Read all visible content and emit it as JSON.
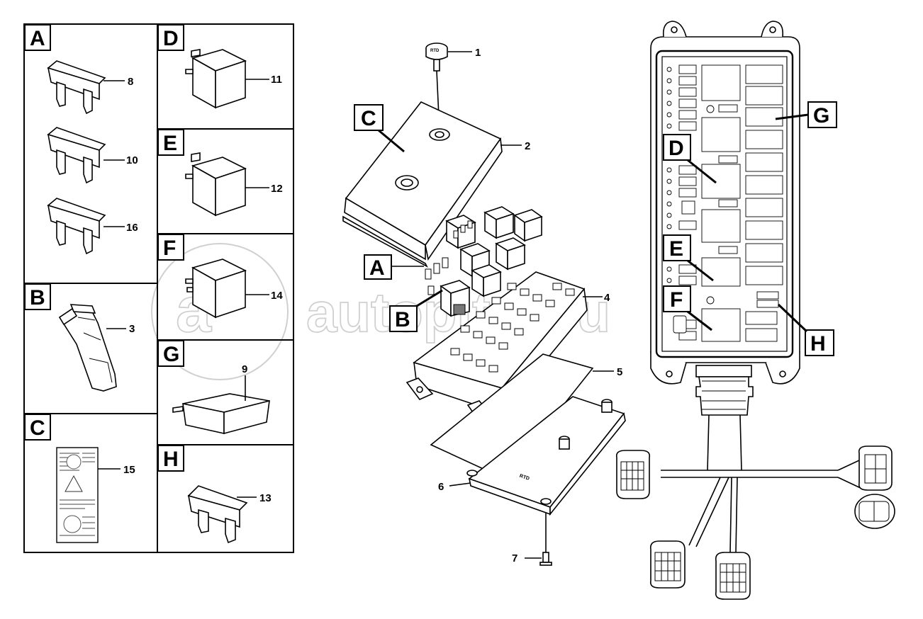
{
  "panels": {
    "A": {
      "letter": "A",
      "items": [
        "8",
        "10",
        "16"
      ]
    },
    "B": {
      "letter": "B",
      "items": [
        "3"
      ]
    },
    "C": {
      "letter": "C",
      "items": [
        "15"
      ]
    },
    "D": {
      "letter": "D",
      "items": [
        "11"
      ]
    },
    "E": {
      "letter": "E",
      "items": [
        "12"
      ]
    },
    "F": {
      "letter": "F",
      "items": [
        "14"
      ]
    },
    "G": {
      "letter": "G",
      "items": [
        "9"
      ]
    },
    "H": {
      "letter": "H",
      "items": [
        "13"
      ]
    }
  },
  "exploded_view": {
    "callouts": [
      "1",
      "2",
      "4",
      "5",
      "6",
      "7"
    ],
    "area_labels": [
      "C",
      "A",
      "B"
    ],
    "cover_text": "RTD",
    "base_text": "RTD"
  },
  "layout_view": {
    "area_labels": [
      "G",
      "D",
      "E",
      "F",
      "H"
    ]
  },
  "watermark": {
    "text": "autopiter.ru"
  },
  "colors": {
    "line": "#000000",
    "background": "#ffffff",
    "watermark": "#d0d0d0"
  }
}
